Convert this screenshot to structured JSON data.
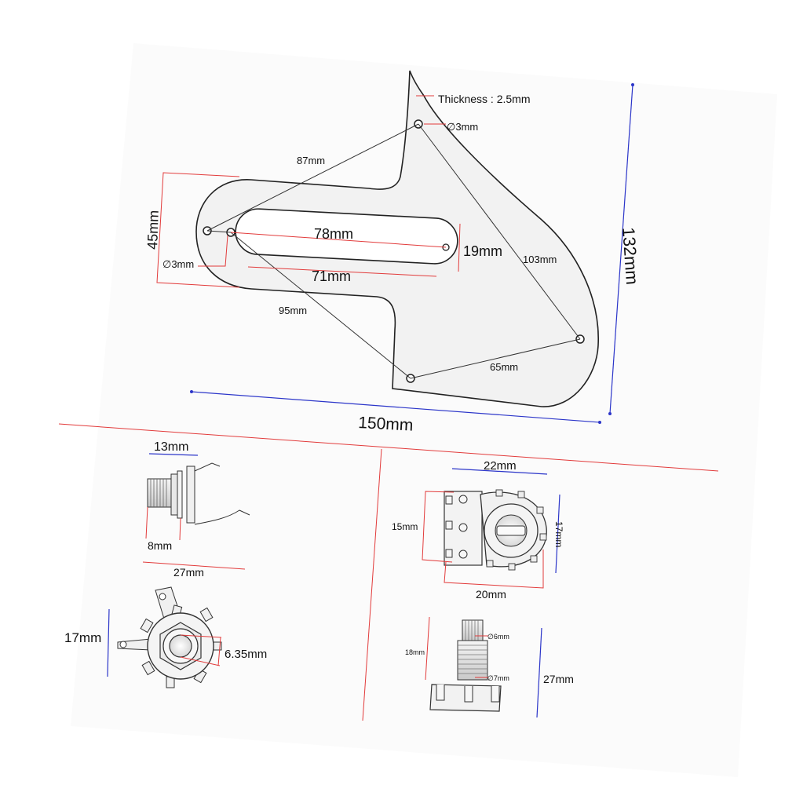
{
  "pickguard": {
    "thickness_label": "Thickness : 2.5mm",
    "hole_top_label": "∅3mm",
    "hole_left_label": "∅3mm",
    "d87_label": "87mm",
    "d45_label": "45mm",
    "d78_label": "78mm",
    "d19_label": "19mm",
    "d71_label": "71mm",
    "d95_label": "95mm",
    "d103_label": "103mm",
    "d65_label": "65mm",
    "d132_label": "132mm",
    "d150_label": "150mm"
  },
  "jack": {
    "d13_label": "13mm",
    "d8_label": "8mm",
    "d27_label": "27mm",
    "d17_label": "17mm",
    "d635_label": "6.35mm"
  },
  "switch": {
    "d22_label": "22mm",
    "d15_label": "15mm",
    "d17_label": "17mm",
    "d20_label": "20mm"
  },
  "pot": {
    "d6_label": "∅6mm",
    "d18_label": "18mm",
    "d7_label": "∅7mm",
    "d27_label": "27mm"
  },
  "colors": {
    "dimension_red": "#e23b3b",
    "dimension_blue": "#2b35c9",
    "part_fill": "#f2f2f2",
    "outline": "#222222"
  }
}
